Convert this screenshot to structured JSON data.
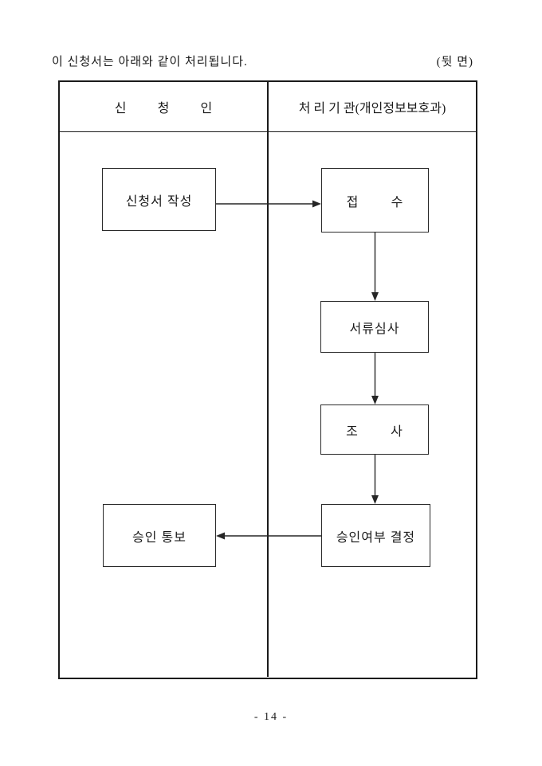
{
  "page": {
    "caption": "이 신청서는 아래와 같이 처리됩니다.",
    "back_label": "(뒷 면)",
    "page_number": "- 14 -"
  },
  "table": {
    "applicant_header": "신 청 인",
    "agency_header": "처 리 기 관(개인정보보호과)"
  },
  "flowchart": {
    "nodes": [
      {
        "id": "write-application",
        "label": "신청서 작성",
        "column": "applicant"
      },
      {
        "id": "receipt",
        "label": "접 수",
        "column": "agency"
      },
      {
        "id": "document-review",
        "label": "서류심사",
        "column": "agency"
      },
      {
        "id": "investigation",
        "label": "조 사",
        "column": "agency"
      },
      {
        "id": "approval-decision",
        "label": "승인여부 결정",
        "column": "agency"
      },
      {
        "id": "approval-notice",
        "label": "승인 통보",
        "column": "applicant"
      }
    ],
    "edges": [
      {
        "from": "write-application",
        "to": "receipt",
        "direction": "right"
      },
      {
        "from": "receipt",
        "to": "document-review",
        "direction": "down"
      },
      {
        "from": "document-review",
        "to": "investigation",
        "direction": "down"
      },
      {
        "from": "investigation",
        "to": "approval-decision",
        "direction": "down"
      },
      {
        "from": "approval-decision",
        "to": "approval-notice",
        "direction": "left"
      }
    ]
  },
  "colors": {
    "ink": "#1a1a1a",
    "background": "#ffffff"
  }
}
